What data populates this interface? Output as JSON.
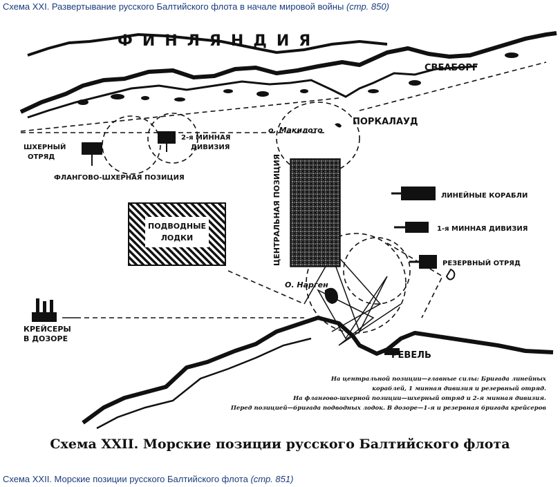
{
  "captions": {
    "top_text": "Схема XXI. Развертывание русского Балтийского флота в начале мировой войны",
    "top_page": "(стр. 850)",
    "bottom_text": "Схема XXII. Морские позиции русского Балтийского флота",
    "bottom_page": "(стр. 851)"
  },
  "map": {
    "title": "Схема XXII. Морские позиции русского Балтийского флота",
    "country_label": "ФИНЛЯНДИЯ",
    "places": {
      "sveaborg": "СВЕАБОРГ",
      "porkalaud": "ПОРКАЛАУД",
      "makilot": "о. Макилото",
      "nargen": "О. Нарген",
      "revel": "РЕВЕЛЬ"
    },
    "units": {
      "skerry": [
        "ШХЕРНЫЙ",
        "ОТРЯД"
      ],
      "division2": [
        "2-я МИННАЯ",
        "ДИВИЗИЯ"
      ],
      "flank_position": "ФЛАНГОВО-ШХЕРНАЯ ПОЗИЦИЯ",
      "central_position": "ЦЕНТРАЛЬНАЯ ПОЗИЦИЯ",
      "submarines": [
        "ПОДВОДНЫЕ",
        "ЛОДКИ"
      ],
      "cruisers": [
        "КРЕЙСЕРЫ",
        "В ДОЗОРЕ"
      ]
    },
    "legend": [
      {
        "label": "ЛИНЕЙНЫЕ КОРАБЛИ",
        "symbol": "ship-block"
      },
      {
        "label": "1-я МИННАЯ ДИВИЗИЯ",
        "symbol": "ship-small"
      },
      {
        "label": "РЕЗЕРВНЫЙ ОТРЯД",
        "symbol": "ship-block"
      }
    ],
    "notes": [
      "На центральной позиции—главные силы: Бригада линейных",
      "кораблей, 1 минная дивизия и резервный отряд.",
      "На фланговo-шхерной позиции—шхерный отряд и 2-я минная дивизия.",
      "Перед позицией—бригада подводных лодок. В дозоре—1-я и резервная бригада крейсеров"
    ]
  }
}
